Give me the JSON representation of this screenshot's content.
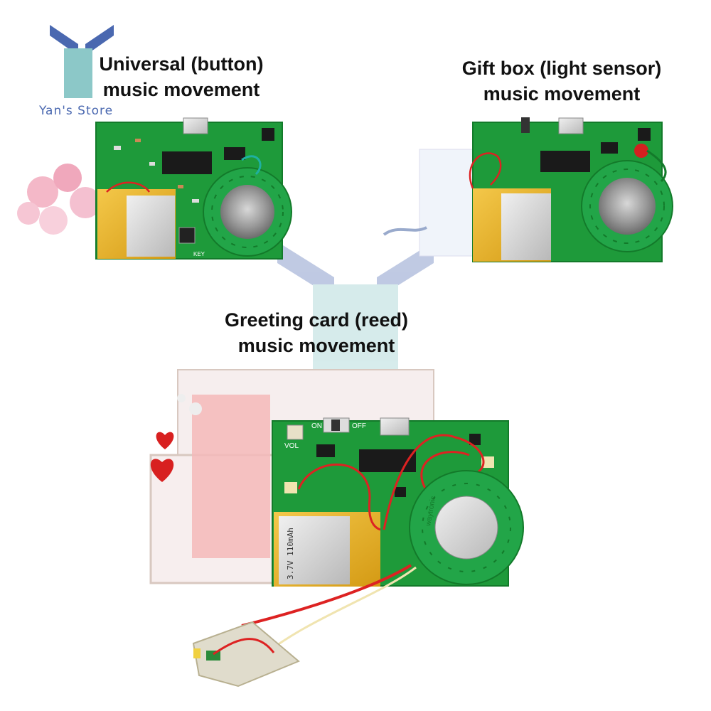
{
  "brand": {
    "store_name": "Yan's Store"
  },
  "captions": {
    "universal": {
      "line1": "Universal (button)",
      "line2": "music movement"
    },
    "giftbox": {
      "line1": "Gift box (light sensor)",
      "line2": "music movement"
    },
    "greeting": {
      "line1": "Greeting card (reed)",
      "line2": "music movement"
    }
  },
  "board_labels": {
    "on": "ON",
    "off": "OFF",
    "vol": "VOL",
    "key": "KEY",
    "battery_text": "3.7V 110mAh",
    "speaker_text": "waytronic"
  },
  "colors": {
    "pcb": "#1e9a3a",
    "pcb_dark": "#137a2a",
    "speaker_rim": "#22a548",
    "battery": "#e8b020",
    "logo_blue": "#4a68b0",
    "logo_teal": "#8cc8c8"
  }
}
